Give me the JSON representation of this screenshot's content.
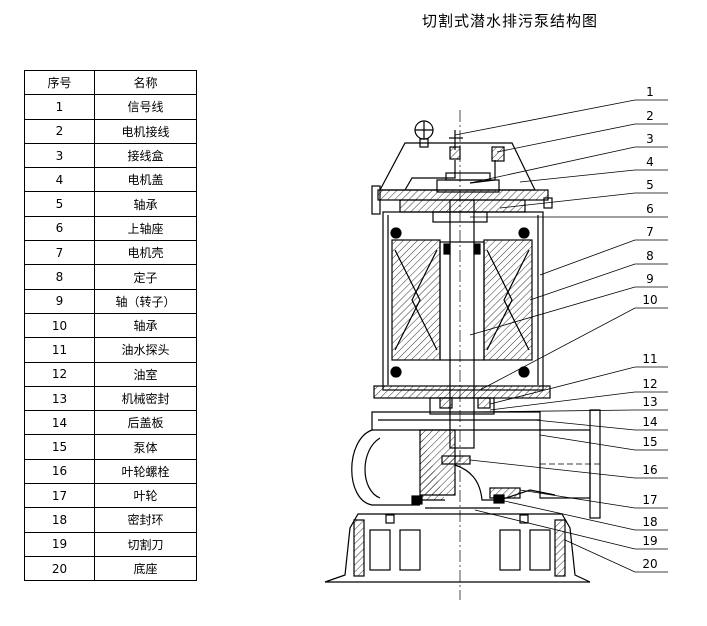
{
  "title": "切割式潜水排污泵结构图",
  "table": {
    "headers": [
      "序号",
      "名称"
    ],
    "rows": [
      {
        "no": "1",
        "name": "信号线"
      },
      {
        "no": "2",
        "name": "电机接线"
      },
      {
        "no": "3",
        "name": "接线盒"
      },
      {
        "no": "4",
        "name": "电机盖"
      },
      {
        "no": "5",
        "name": "轴承"
      },
      {
        "no": "6",
        "name": "上轴座"
      },
      {
        "no": "7",
        "name": "电机壳"
      },
      {
        "no": "8",
        "name": "定子"
      },
      {
        "no": "9",
        "name": "轴（转子）"
      },
      {
        "no": "10",
        "name": "轴承"
      },
      {
        "no": "11",
        "name": "油水探头"
      },
      {
        "no": "12",
        "name": "油室"
      },
      {
        "no": "13",
        "name": "机械密封"
      },
      {
        "no": "14",
        "name": "后盖板"
      },
      {
        "no": "15",
        "name": "泵体"
      },
      {
        "no": "16",
        "name": "叶轮螺栓"
      },
      {
        "no": "17",
        "name": "叶轮"
      },
      {
        "no": "18",
        "name": "密封环"
      },
      {
        "no": "19",
        "name": "切割刀"
      },
      {
        "no": "20",
        "name": "底座"
      }
    ]
  },
  "callouts": [
    "1",
    "2",
    "3",
    "4",
    "5",
    "6",
    "7",
    "8",
    "9",
    "10",
    "11",
    "12",
    "13",
    "14",
    "15",
    "16",
    "17",
    "18",
    "19",
    "20"
  ]
}
